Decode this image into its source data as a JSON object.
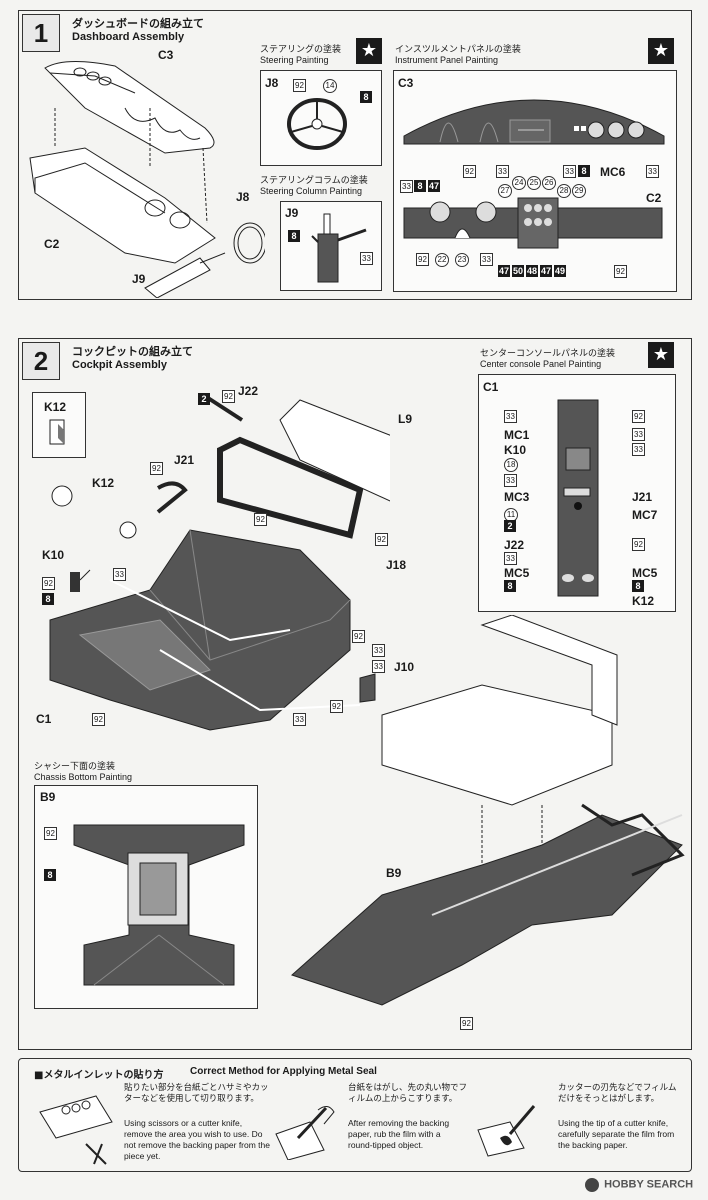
{
  "step1": {
    "number": "1",
    "title_jp": "ダッシュボードの組み立て",
    "title_en": "Dashboard Assembly",
    "parts": {
      "c3": "C3",
      "c2": "C2",
      "j8": "J8",
      "j9": "J9"
    }
  },
  "steering_painting": {
    "title_jp": "ステアリングの塗装",
    "title_en": "Steering Painting",
    "part": "J8",
    "codes": {
      "a": "92",
      "b": "14",
      "c": "8"
    }
  },
  "steering_column": {
    "title_jp": "ステアリングコラムの塗装",
    "title_en": "Steering Column Painting",
    "part": "J9",
    "codes": {
      "a": "8",
      "b": "33"
    }
  },
  "instrument_panel": {
    "title_jp": "インスツルメントパネルの塗装",
    "title_en": "Instrument Panel Painting",
    "part_top": "C3",
    "part_side": "C2",
    "mc6": "MC6",
    "codes": {
      "t1": "92",
      "t2": "33",
      "t3": "33",
      "t4": "8",
      "t5": "33",
      "l1": "33",
      "l2": "8",
      "l3": "47",
      "g1": "27",
      "g2": "24",
      "g3": "25",
      "g4": "26",
      "g5": "28",
      "g6": "29",
      "b1": "92",
      "b2": "22",
      "b3": "23",
      "b4": "33",
      "b5": "47",
      "b6": "50",
      "b7": "48",
      "b8": "47",
      "b9": "49",
      "r1": "92"
    }
  },
  "step2": {
    "number": "2",
    "title_jp": "コックピットの組み立て",
    "title_en": "Cockpit Assembly",
    "parts": {
      "k12a": "K12",
      "k12b": "K12",
      "k10": "K10",
      "j21": "J21",
      "j22": "J22",
      "l9": "L9",
      "j18": "J18",
      "j10": "J10",
      "c1": "C1"
    },
    "codes": {
      "a": "2",
      "b": "92",
      "c": "92",
      "d": "92",
      "e": "8",
      "f": "33",
      "g": "92",
      "h": "92",
      "i": "92",
      "j": "33",
      "k": "33",
      "l": "92",
      "m": "33",
      "n": "92"
    }
  },
  "center_console": {
    "title_jp": "センターコンソールパネルの塗装",
    "title_en": "Center console Panel Painting",
    "part": "C1",
    "rows": [
      {
        "left": "33",
        "right": "92"
      },
      {
        "left": "MC1",
        "right": "33"
      },
      {
        "left": "K10",
        "right": "33"
      },
      {
        "left": "18",
        "right": ""
      },
      {
        "left": "33",
        "right": ""
      },
      {
        "left": "MC3",
        "right": "J21"
      },
      {
        "left": "11",
        "right": "MC7"
      },
      {
        "left": "2",
        "right": ""
      },
      {
        "left": "J22",
        "right": "92"
      },
      {
        "left": "33",
        "right": ""
      },
      {
        "left": "MC5",
        "right": "MC5"
      },
      {
        "left": "8",
        "right": "8"
      },
      {
        "left": "",
        "right": "K12"
      }
    ]
  },
  "chassis": {
    "title_jp": "シャシー下面の塗装",
    "title_en": "Chassis Bottom Painting",
    "part": "B9",
    "codes": {
      "a": "92",
      "b": "8"
    },
    "main_part": "B9",
    "main_code": "92"
  },
  "metal_seal": {
    "title_jp": "■メタルインレットの貼り方",
    "title_en": "Correct Method for Applying Metal Seal",
    "steps": [
      {
        "jp": "貼りたい部分を台紙ごとハサミやカッターなどを使用して切り取ります。",
        "en": "Using scissors or a cutter knife, remove the area you wish to use. Do not remove the backing paper from the piece yet."
      },
      {
        "jp": "台紙をはがし、先の丸い物でフィルムの上からこすります。",
        "en": "After removing the backing paper, rub the film with a round-tipped object."
      },
      {
        "jp": "カッターの刃先などでフィルムだけをそっとはがします。",
        "en": "Using the tip of a cutter knife, carefully separate the film from the backing paper."
      }
    ]
  },
  "watermark": "HOBBY SEARCH"
}
